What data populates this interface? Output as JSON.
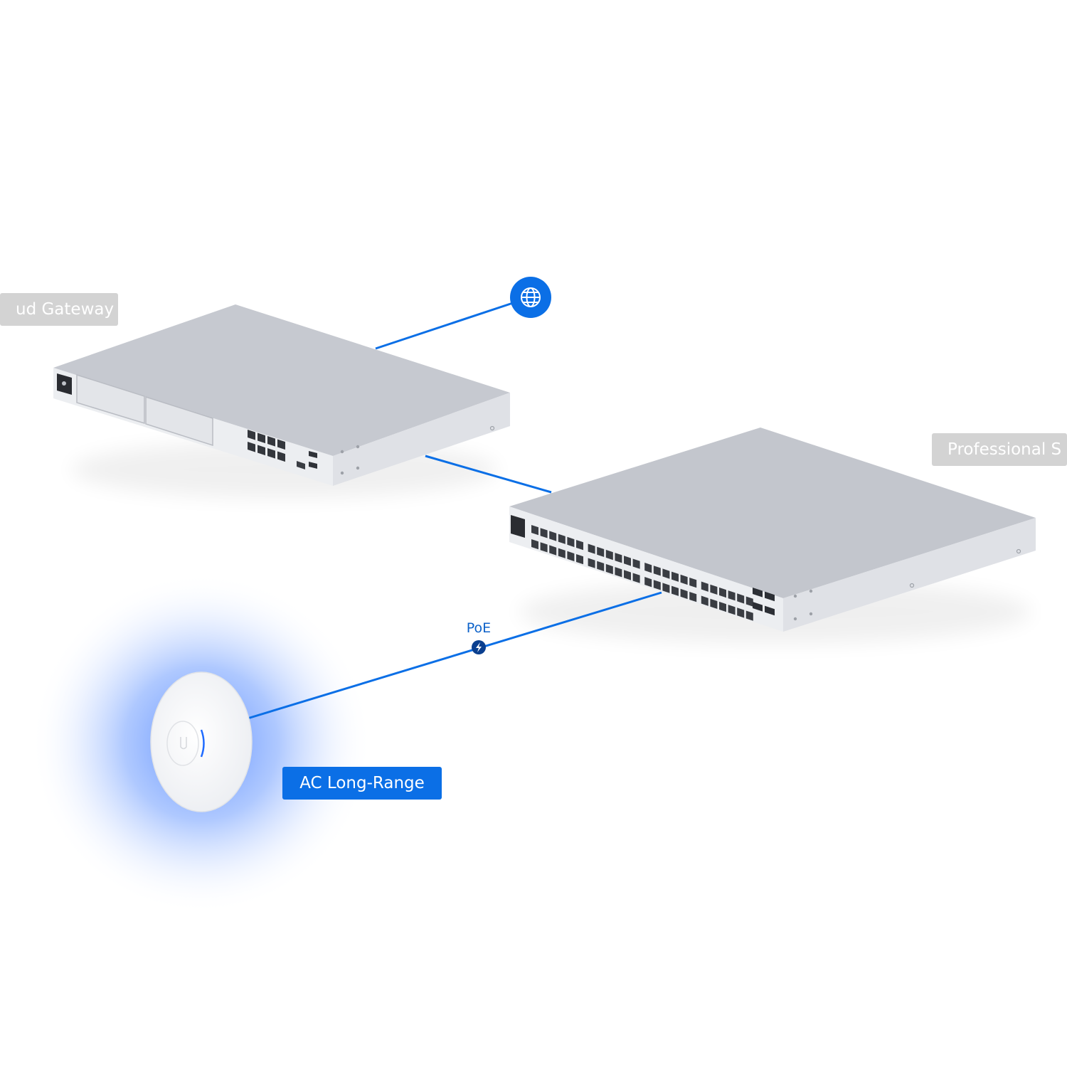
{
  "labels": {
    "gateway": "ud Gateway",
    "switch": "Professional S",
    "access_point": "AC Long-Range",
    "poe": "PoE"
  },
  "icons": {
    "internet": "globe-icon",
    "poe": "lightning-bolt-icon"
  },
  "colors": {
    "link": "#0b6fe6",
    "label_active": "#0b6fe6",
    "label_inactive": "#d3d3d3",
    "device_top": "#c3c7cf",
    "device_front": "#e9eaee",
    "ap_glow": "#3d7bff"
  }
}
